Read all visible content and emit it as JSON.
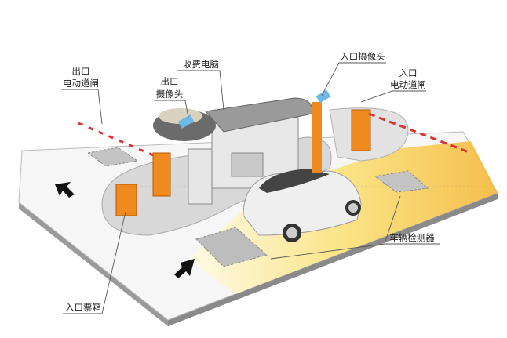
{
  "labels": {
    "exit_barrier": [
      "出口",
      "电动道闸"
    ],
    "toll_computer": "收费电脑",
    "exit_camera": [
      "出口",
      "摄像头"
    ],
    "entry_camera": "入口摄像头",
    "entry_barrier": [
      "入口",
      "电动道闸"
    ],
    "vehicle_detector": "车辆检测器",
    "entry_ticket_box": "入口票箱"
  },
  "colors": {
    "platform": "#f4f4f4",
    "entry_lane": "#f7d24a",
    "barrier_post": "#f08a1e",
    "camera": "#6fb9e8",
    "booth_roof": "#9a9a9a",
    "detector_loop": "#b8b8b8"
  }
}
